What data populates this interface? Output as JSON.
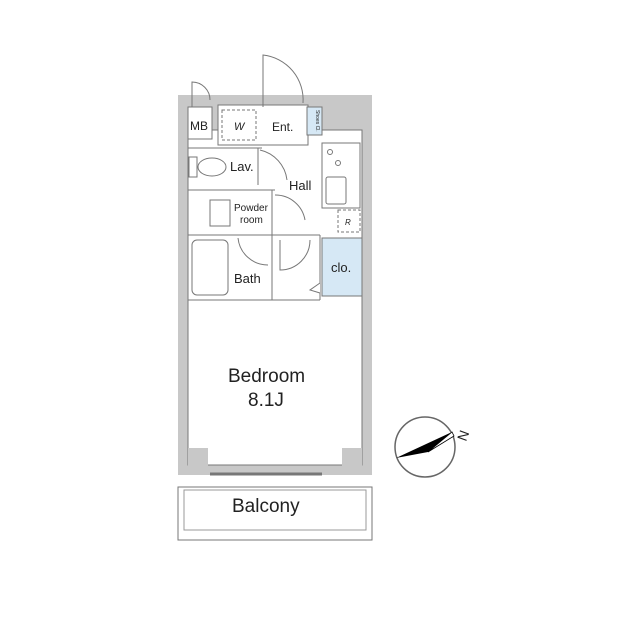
{
  "rooms": {
    "mb": "MB",
    "washer": "W",
    "entrance": "Ent.",
    "shoes": "Shoes Cl.",
    "lavatory": "Lav.",
    "hall": "Hall",
    "powder_line1": "Powder",
    "powder_line2": "room",
    "bath": "Bath",
    "closet": "clo.",
    "fridge": "R",
    "bedroom": "Bedroom",
    "bedroom_size": "8.1J",
    "balcony": "Balcony"
  },
  "compass": {
    "label": "N"
  },
  "colors": {
    "wall": "#c8c8c8",
    "closet": "#d6e8f5",
    "line": "#555555"
  }
}
